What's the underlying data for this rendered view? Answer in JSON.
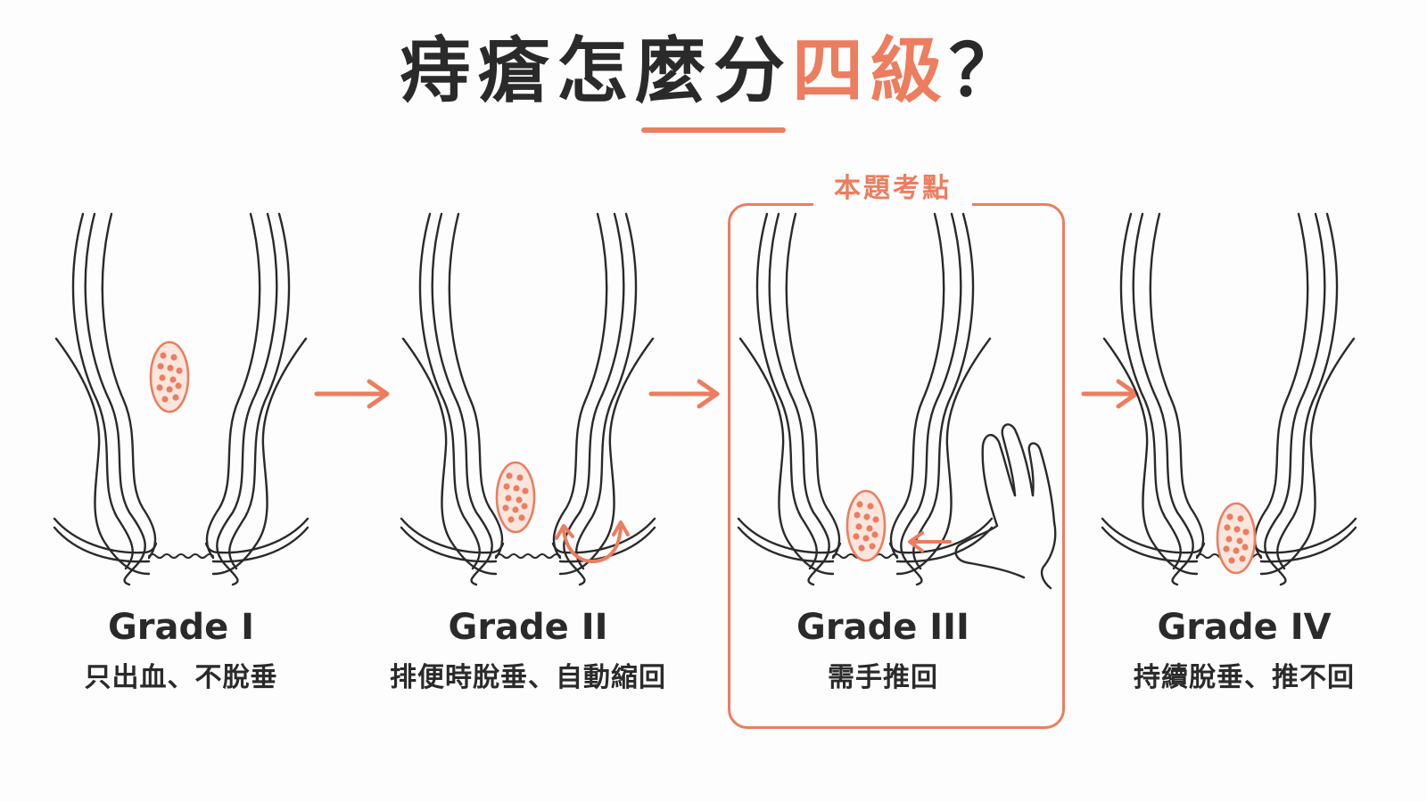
{
  "title": {
    "main": "痔瘡怎麼分",
    "accent": "四級",
    "suffix": "？"
  },
  "highlight": {
    "label": "本題考點"
  },
  "colors": {
    "accent": "#ec7d5f",
    "ink": "#2a2a2a"
  },
  "grades": [
    {
      "name": "Grade I",
      "desc": "只出血、不脫垂"
    },
    {
      "name": "Grade II",
      "desc": "排便時脫垂、自動縮回"
    },
    {
      "name": "Grade III",
      "desc": "需手推回"
    },
    {
      "name": "Grade IV",
      "desc": "持續脫垂、推不回"
    }
  ]
}
